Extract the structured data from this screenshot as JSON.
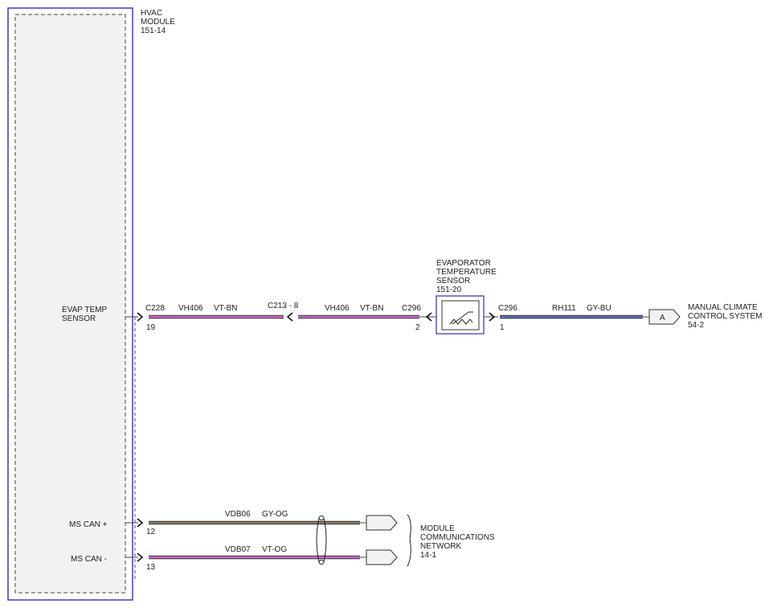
{
  "hvac_module": {
    "name_line1": "HVAC",
    "name_line2": "MODULE",
    "ref": "151-14",
    "evap_label_line1": "EVAP TEMP",
    "evap_label_line2": "SENSOR",
    "ms_can_plus_label": "MS CAN +",
    "ms_can_minus_label": "MS CAN -"
  },
  "evap_circuit": {
    "connector_left": "C228",
    "pin_left": "19",
    "segment1_circuit": "VH406",
    "segment1_color": "VT-BN",
    "inline_connector": "C213 - 8",
    "segment2_circuit": "VH406",
    "segment2_color": "VT-BN",
    "connector_sensor_left": "C296",
    "pin_sensor_left": "2",
    "connector_sensor_right": "C296",
    "pin_sensor_right": "1",
    "segment3_circuit": "RH111",
    "segment3_color": "GY-BU",
    "offpage_letter": "A",
    "dest_line1": "MANUAL CLIMATE",
    "dest_line2": "CONTROL SYSTEM",
    "dest_ref": "54-2"
  },
  "sensor": {
    "name_line1": "EVAPORATOR",
    "name_line2": "TEMPERATURE",
    "name_line3": "SENSOR",
    "ref": "151-20"
  },
  "can_circuits": {
    "plus_pin": "12",
    "plus_circuit": "VDB06",
    "plus_color": "GY-OG",
    "minus_pin": "13",
    "minus_circuit": "VDB07",
    "minus_color": "VT-OG",
    "dest_line1": "MODULE",
    "dest_line2": "COMMUNICATIONS",
    "dest_line3": "NETWORK",
    "dest_ref": "14-1"
  },
  "colors": {
    "module_border": "#3a3ad6",
    "wire_vt": "#cc66cc",
    "wire_gy_bu": "#5a6fb0",
    "wire_gy_og": "#8a7a66"
  }
}
